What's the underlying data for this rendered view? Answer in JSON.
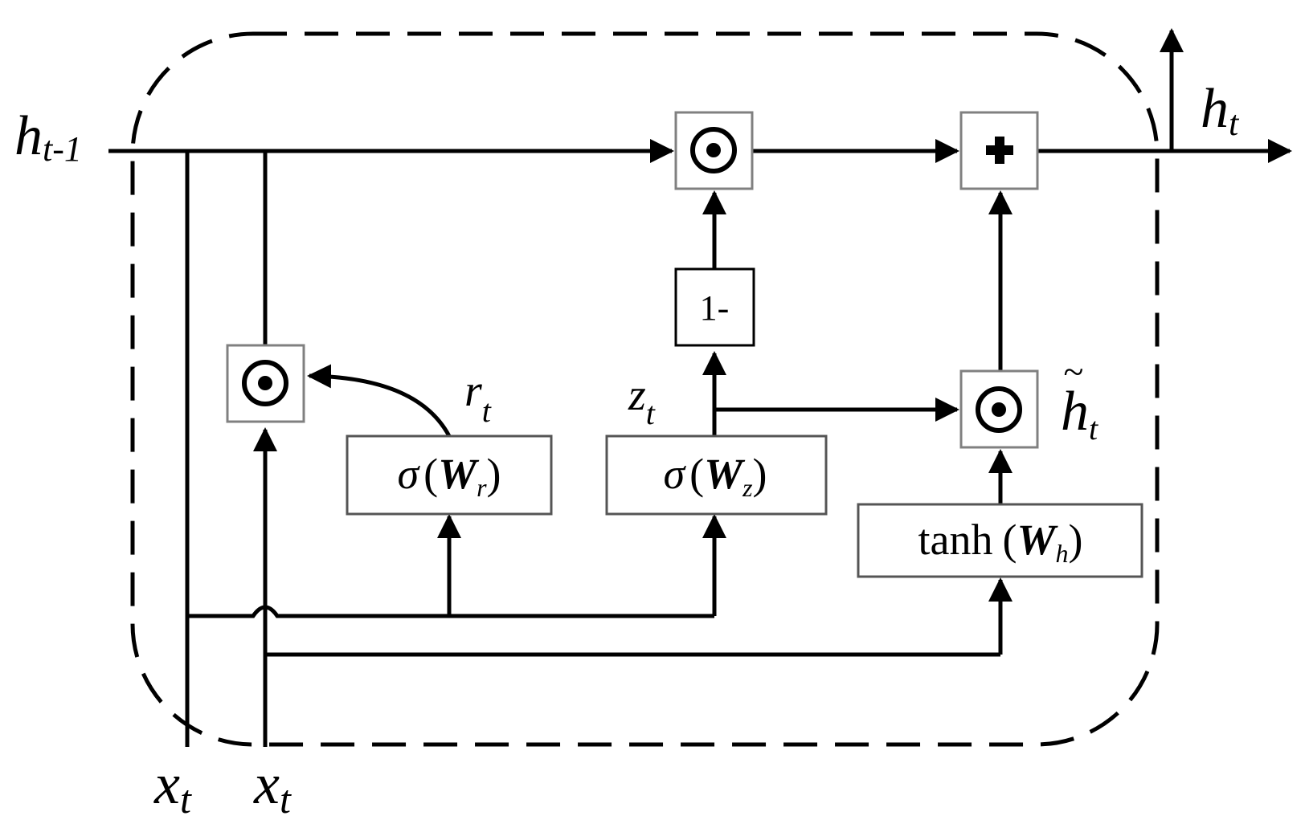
{
  "inputs": {
    "h_prev": {
      "base": "h",
      "sub": "t-1"
    },
    "x_left": {
      "base": "x",
      "sub": "t"
    },
    "x_right": {
      "base": "x",
      "sub": "t"
    }
  },
  "output": {
    "base": "h",
    "sub": "t"
  },
  "gates": {
    "reset": {
      "label": "r",
      "sub": "t",
      "fn": "σ",
      "weight": "W",
      "weight_sub": "r"
    },
    "update": {
      "label": "z",
      "sub": "t",
      "fn": "σ",
      "weight": "W",
      "weight_sub": "z"
    },
    "candidate": {
      "label": "h",
      "accent": "~",
      "sub": "t",
      "fn": "tanh",
      "weight": "W",
      "weight_sub": "h"
    }
  },
  "operators": {
    "hadamard": "⊙",
    "add": "+",
    "one_minus": "1-"
  }
}
